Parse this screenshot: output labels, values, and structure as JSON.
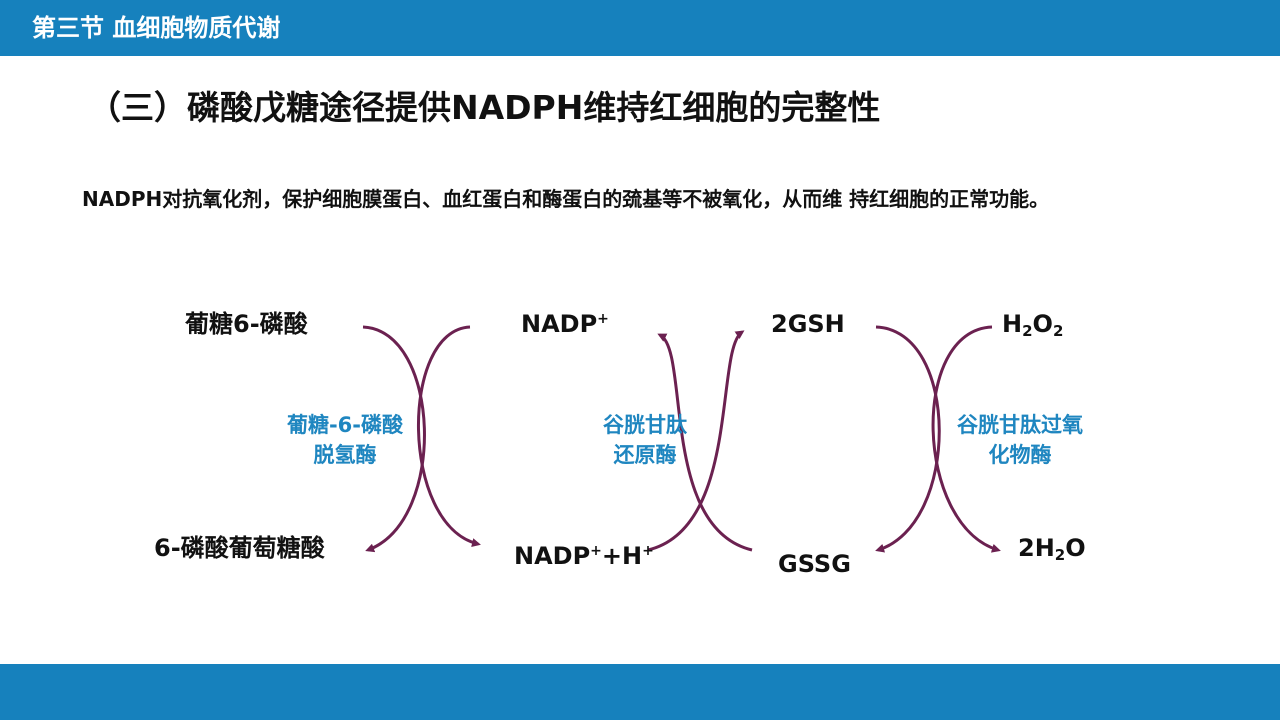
{
  "header": {
    "title": "第三节  血细胞物质代谢"
  },
  "slide": {
    "heading": "（三）磷酸戊糖途径提供NADPH维持红细胞的完整性",
    "description": "NADPH对抗氧化剂，保护细胞膜蛋白、血红蛋白和酶蛋白的巯基等不被氧化，从而维 持红细胞的正常功能。"
  },
  "diagram": {
    "nodes": {
      "g6p": "葡糖6-磷酸",
      "pg6": "6-磷酸葡萄糖酸",
      "nadp": {
        "base": "NADP",
        "sup": "+"
      },
      "nadph": {
        "part1": "NADP",
        "sup1": "+",
        "part2": "+H",
        "sup2": "+"
      },
      "gsh": "2GSH",
      "gssg": "GSSG",
      "h2o2": {
        "a": "H",
        "sub1": "2",
        "b": "O",
        "sub2": "2"
      },
      "h2o": {
        "a": "2H",
        "sub": "2",
        "b": "O"
      }
    },
    "enzymes": {
      "g6pd": {
        "line1": "葡糖-6-磷酸",
        "line2": "脱氢酶"
      },
      "gr": {
        "line1": "谷胱甘肽",
        "line2": "还原酶"
      },
      "gpx": {
        "line1": "谷胱甘肽过氧",
        "line2": "化物酶"
      }
    },
    "arrow_color": "#6b2150"
  }
}
